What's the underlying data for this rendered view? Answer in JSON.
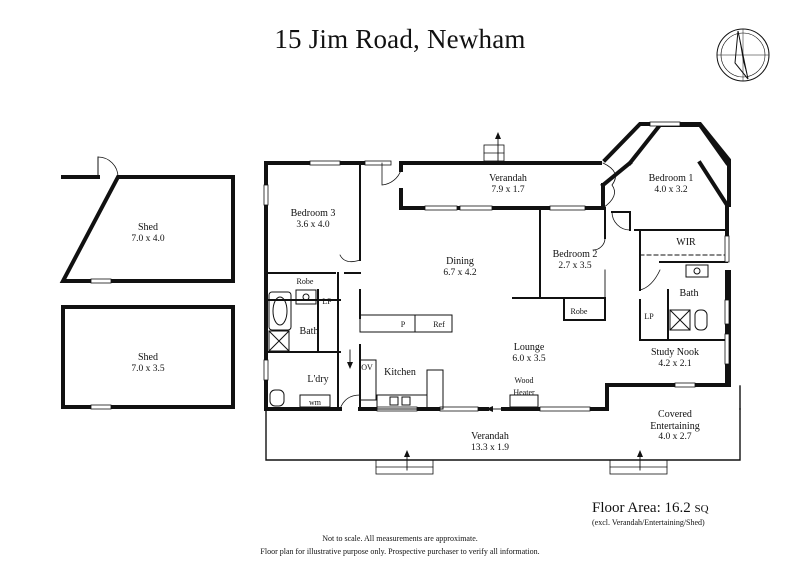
{
  "title": "15 Jim Road, Newham",
  "rooms": {
    "shed1": {
      "name": "Shed",
      "dim": "7.0 x 4.0"
    },
    "shed2": {
      "name": "Shed",
      "dim": "7.0 x 3.5"
    },
    "verandah_top": {
      "name": "Verandah",
      "dim": "7.9 x 1.7"
    },
    "bedroom1": {
      "name": "Bedroom 1",
      "dim": "4.0 x 3.2"
    },
    "bedroom3": {
      "name": "Bedroom 3",
      "dim": "3.6 x 4.0"
    },
    "dining": {
      "name": "Dining",
      "dim": "6.7 x 4.2"
    },
    "bedroom2": {
      "name": "Bedroom 2",
      "dim": "2.7 x 3.5"
    },
    "wir": {
      "name": "WIR"
    },
    "bath_right": {
      "name": "Bath"
    },
    "robe_left": {
      "name": "Robe"
    },
    "robe_mid": {
      "name": "Robe"
    },
    "lp_left": {
      "name": "LP"
    },
    "lp_right": {
      "name": "LP"
    },
    "bath_left": {
      "name": "Bath"
    },
    "pantry": {
      "name": "P"
    },
    "ref": {
      "name": "Ref"
    },
    "lounge": {
      "name": "Lounge",
      "dim": "6.0 x 3.5"
    },
    "study": {
      "name": "Study Nook",
      "dim": "4.2 x 2.1"
    },
    "ov": {
      "name": "OV"
    },
    "kitchen": {
      "name": "Kitchen"
    },
    "ldry": {
      "name": "L'dry"
    },
    "wm": {
      "name": "wm"
    },
    "wood_heater": {
      "name": "Wood",
      "name2": "Heater"
    },
    "covered": {
      "name": "Covered",
      "name2": "Entertaining",
      "dim": "4.0 x 2.7"
    },
    "verandah_bottom": {
      "name": "Verandah",
      "dim": "13.3 x 1.9"
    }
  },
  "floor_area": {
    "label": "Floor Area: 16.2",
    "unit": "SQ",
    "note": "(excl. Verandah/Entertaining/Shed)"
  },
  "footer": {
    "line1": "Not to scale. All measurements are approximate.",
    "line2": "Floor plan for illustrative purpose only. Prospective purchaser to verify all information."
  },
  "icons": {
    "compass": "compass-north-icon"
  }
}
